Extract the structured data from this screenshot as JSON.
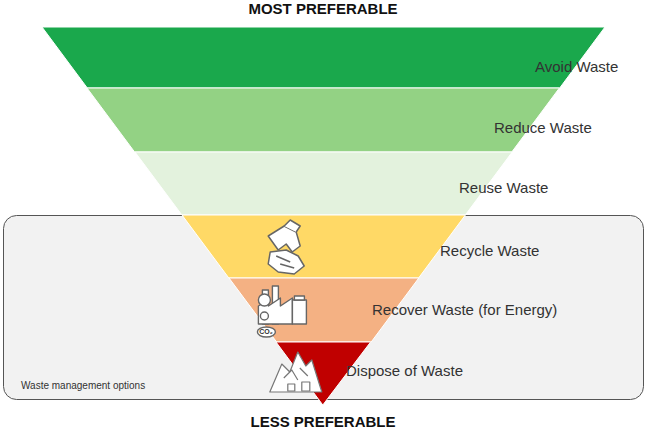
{
  "diagram": {
    "nodes": [
      {
        "text": [
          "Avoid Waste"
        ]
      },
      {
        "text": [
          "Reduce Waste"
        ]
      },
      {
        "text": [
          "Reuse Waste"
        ]
      },
      {
        "text": [
          "Waste management options"
        ]
      },
      {
        "text": [
          "Recycle Waste"
        ],
        "in": 3
      },
      {
        "text": [
          "Recover Waste (for Energy)"
        ],
        "in": 3
      },
      {
        "text": [
          "Dispose of Waste"
        ],
        "in": 3
      }
    ],
    "labels": [
      "MOST PREFERABLE",
      "LESS PREFERABLE",
      "CO₂"
    ]
  }
}
